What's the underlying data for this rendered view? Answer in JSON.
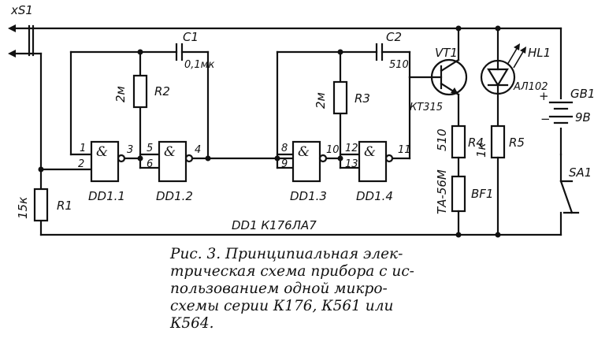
{
  "connector": {
    "label": "xS1"
  },
  "components": {
    "R1": {
      "name": "R1",
      "value": "15к"
    },
    "R2": {
      "name": "R2",
      "value": "2м"
    },
    "R3": {
      "name": "R3",
      "value": "2м"
    },
    "R4": {
      "name": "R4",
      "value": "510"
    },
    "R5": {
      "name": "R5",
      "value": "1к"
    },
    "C1": {
      "name": "C1",
      "value": "0,1мк"
    },
    "C2": {
      "name": "C2",
      "value": "510"
    },
    "VT1": {
      "name": "VT1",
      "type": "КТ315"
    },
    "HL1": {
      "name": "HL1",
      "type": "АЛ102"
    },
    "GB1": {
      "name": "GB1",
      "value": "9В"
    },
    "SA1": {
      "name": "SA1"
    },
    "BF1": {
      "name": "BF1",
      "type": "ТА-56М"
    }
  },
  "gates": {
    "symbol": "&",
    "DD1_1": {
      "name": "DD1.1",
      "pins": [
        "1",
        "2",
        "3"
      ]
    },
    "DD1_2": {
      "name": "DD1.2",
      "pins": [
        "5",
        "6",
        "4"
      ]
    },
    "DD1_3": {
      "name": "DD1.3",
      "pins": [
        "8",
        "9",
        "10"
      ]
    },
    "DD1_4": {
      "name": "DD1.4",
      "pins": [
        "12",
        "13",
        "11"
      ]
    }
  },
  "chip_label": "DD1 К176ЛА7",
  "polarity": {
    "plus": "+",
    "minus": "−"
  },
  "caption": [
    "Рис. 3. Принципиальная элек-",
    "трическая схема прибора с ис-",
    "пользованием одной микро-",
    "схемы серии К176, К561 или",
    "К564."
  ]
}
